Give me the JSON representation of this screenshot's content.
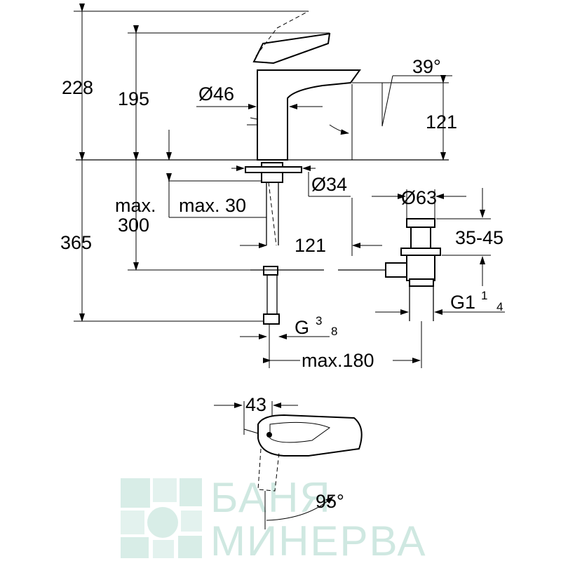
{
  "dimensions": {
    "total_height": "228",
    "spout_height": "195",
    "body_diameter": "Ø46",
    "lever_angle": "39°",
    "projection": "121",
    "mount_hole": "Ø34",
    "max_30": "max. 30",
    "max_300_line1": "max.",
    "max_300_line2": "300",
    "below_deck": "365",
    "waste_projection": "121",
    "waste_head": "Ø63",
    "waste_height": "35-45",
    "waste_thread": "G1",
    "waste_thread_num": "1",
    "waste_thread_den": "4",
    "hose_thread": "G",
    "hose_thread_num": "3",
    "hose_thread_den": "8",
    "waste_max": "max.180",
    "plan_offset": "43",
    "plan_rotation": "95°"
  },
  "watermark": {
    "line1": "БАНЯ",
    "line2": "МИНЕРВА",
    "color": "#cfe8e1"
  }
}
